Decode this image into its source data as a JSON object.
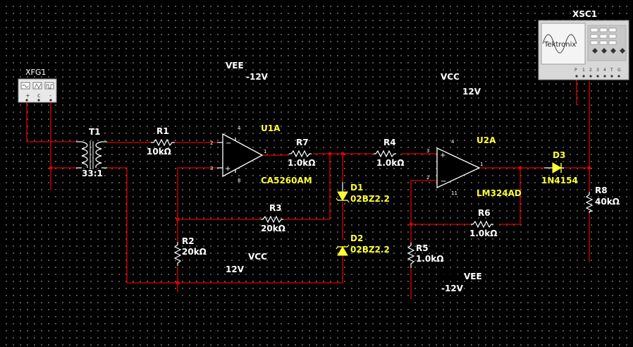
{
  "instruments": {
    "function_generator": {
      "ref": "XFG1"
    },
    "oscilloscope": {
      "ref": "XSC1",
      "brand": "Tektronix",
      "channels": [
        "P",
        "1",
        "2",
        "3",
        "4",
        "T",
        "G"
      ]
    }
  },
  "transformer": {
    "ref": "T1",
    "ratio": "33:1"
  },
  "opamps": [
    {
      "ref": "U1A",
      "part": "CA5260AM",
      "pins": [
        "2",
        "3",
        "1",
        "4",
        "8"
      ]
    },
    {
      "ref": "U2A",
      "part": "LM324AD",
      "pins": [
        "3",
        "2",
        "1",
        "4",
        "11"
      ]
    }
  ],
  "resistors": [
    {
      "ref": "R1",
      "value": "10kΩ"
    },
    {
      "ref": "R2",
      "value": "20kΩ"
    },
    {
      "ref": "R3",
      "value": "20kΩ"
    },
    {
      "ref": "R4",
      "value": "1.0kΩ"
    },
    {
      "ref": "R5",
      "value": "1.0kΩ"
    },
    {
      "ref": "R6",
      "value": "1.0kΩ"
    },
    {
      "ref": "R7",
      "value": "1.0kΩ"
    },
    {
      "ref": "R8",
      "value": "40kΩ"
    }
  ],
  "diodes": [
    {
      "ref": "D1",
      "part": "02BZ2.2"
    },
    {
      "ref": "D2",
      "part": "02BZ2.2"
    },
    {
      "ref": "D3",
      "part": "1N4154"
    }
  ],
  "supplies": [
    {
      "name": "VEE",
      "voltage": "-12V"
    },
    {
      "name": "VCC",
      "voltage": "12V"
    },
    {
      "name": "VCC",
      "voltage": "12V"
    },
    {
      "name": "VEE",
      "voltage": "-12V"
    }
  ],
  "colors": {
    "background": "#000000",
    "wire": "#e00000",
    "component_outline": "#ffffff",
    "label_highlight": "#ffff33",
    "diode_fill": "#ffff33"
  }
}
